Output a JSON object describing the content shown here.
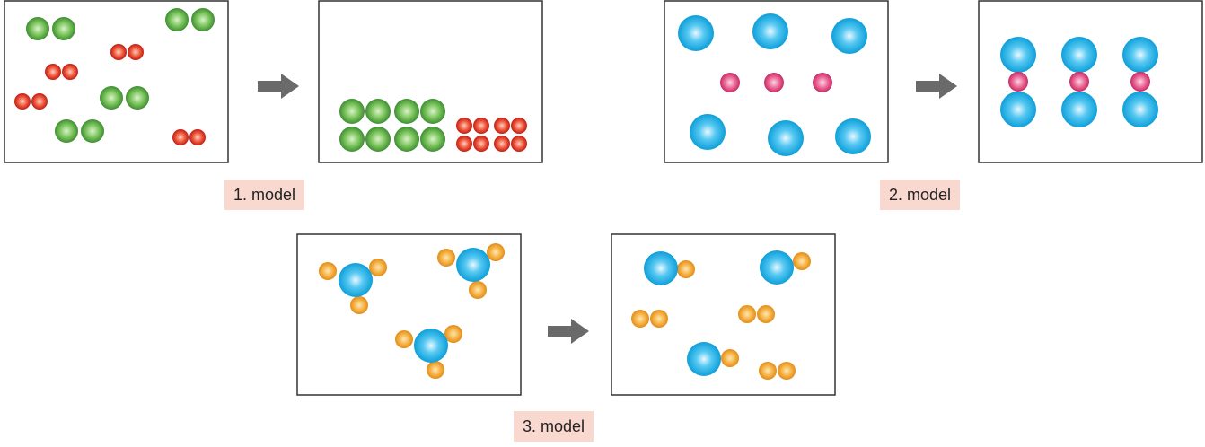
{
  "labels": {
    "model_1": "1. model",
    "model_2": "2. model",
    "model_3": "3. model"
  },
  "colors": {
    "green": "#5fb04a",
    "red": "#e23424",
    "blue": "#1cb2e8",
    "pink": "#e0437a",
    "orange": "#f0a030",
    "arrow": "#6a6a6a",
    "label_bg": "#f8d8cf",
    "frame": "#333333"
  },
  "models": [
    {
      "id": "model-1",
      "description_items": [
        "green diatomic molecules",
        "red diatomic molecules"
      ],
      "before": {
        "green_pairs": 4,
        "red_pairs": 4
      },
      "after": {
        "green_pairs": 4,
        "red_pairs": 4
      }
    },
    {
      "id": "model-2",
      "before": {
        "blue_atoms": 6,
        "pink_atoms": 3
      },
      "after": {
        "blue_pink_blue_molecules": 3
      }
    },
    {
      "id": "model-3",
      "before": {
        "blue_with_three_orange": 3
      },
      "after": {
        "blue_orange_pairs": 3,
        "orange_pairs": 3
      }
    }
  ]
}
